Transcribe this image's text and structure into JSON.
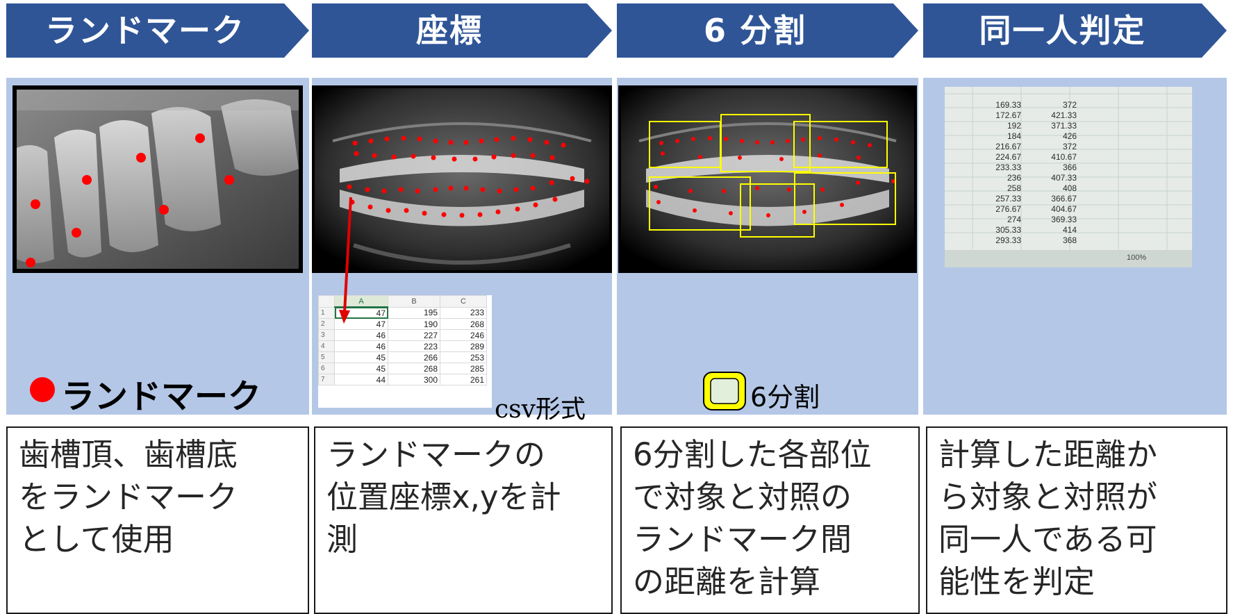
{
  "steps": [
    {
      "label": "ランドマーク"
    },
    {
      "label": "座標"
    },
    {
      "label": "6 分割"
    },
    {
      "label": "同一人判定"
    }
  ],
  "colors": {
    "arrow": "#2f5597",
    "panel": "#b4c7e7",
    "landmark": "#ff0000",
    "division_box": "#ffff00"
  },
  "panel1": {
    "legend_text": "ランドマーク"
  },
  "panel2": {
    "csv_label": "csv形式",
    "table": {
      "columns": [
        "A",
        "B",
        "C"
      ],
      "rows": [
        [
          "1",
          "47",
          "195",
          "233"
        ],
        [
          "2",
          "47",
          "190",
          "268"
        ],
        [
          "3",
          "46",
          "227",
          "246"
        ],
        [
          "4",
          "46",
          "223",
          "289"
        ],
        [
          "5",
          "45",
          "266",
          "253"
        ],
        [
          "6",
          "45",
          "268",
          "285"
        ],
        [
          "7",
          "44",
          "300",
          "261"
        ]
      ]
    }
  },
  "panel3": {
    "legend_text": "6分割"
  },
  "panel4": {
    "values": [
      [
        "169.33",
        "372"
      ],
      [
        "172.67",
        "421.33"
      ],
      [
        "192",
        "371.33"
      ],
      [
        "184",
        "426"
      ],
      [
        "216.67",
        "372"
      ],
      [
        "224.67",
        "410.67"
      ],
      [
        "233.33",
        "366"
      ],
      [
        "236",
        "407.33"
      ],
      [
        "258",
        "408"
      ],
      [
        "257.33",
        "366.67"
      ],
      [
        "276.67",
        "404.67"
      ],
      [
        "274",
        "369.33"
      ],
      [
        "305.33",
        "414"
      ],
      [
        "293.33",
        "368"
      ]
    ],
    "zoom": "100%"
  },
  "descriptions": [
    {
      "text": "歯槽頂、歯槽底\nをランドマーク\nとして使用"
    },
    {
      "text": "ランドマークの\n位置座標x,yを計\n測"
    },
    {
      "text": "6分割した各部位\nで対象と対照の\nランドマーク間\nの距離を計算"
    },
    {
      "text": "計算した距離か\nら対象と対照が\n同一人である可\n能性を判定"
    }
  ]
}
